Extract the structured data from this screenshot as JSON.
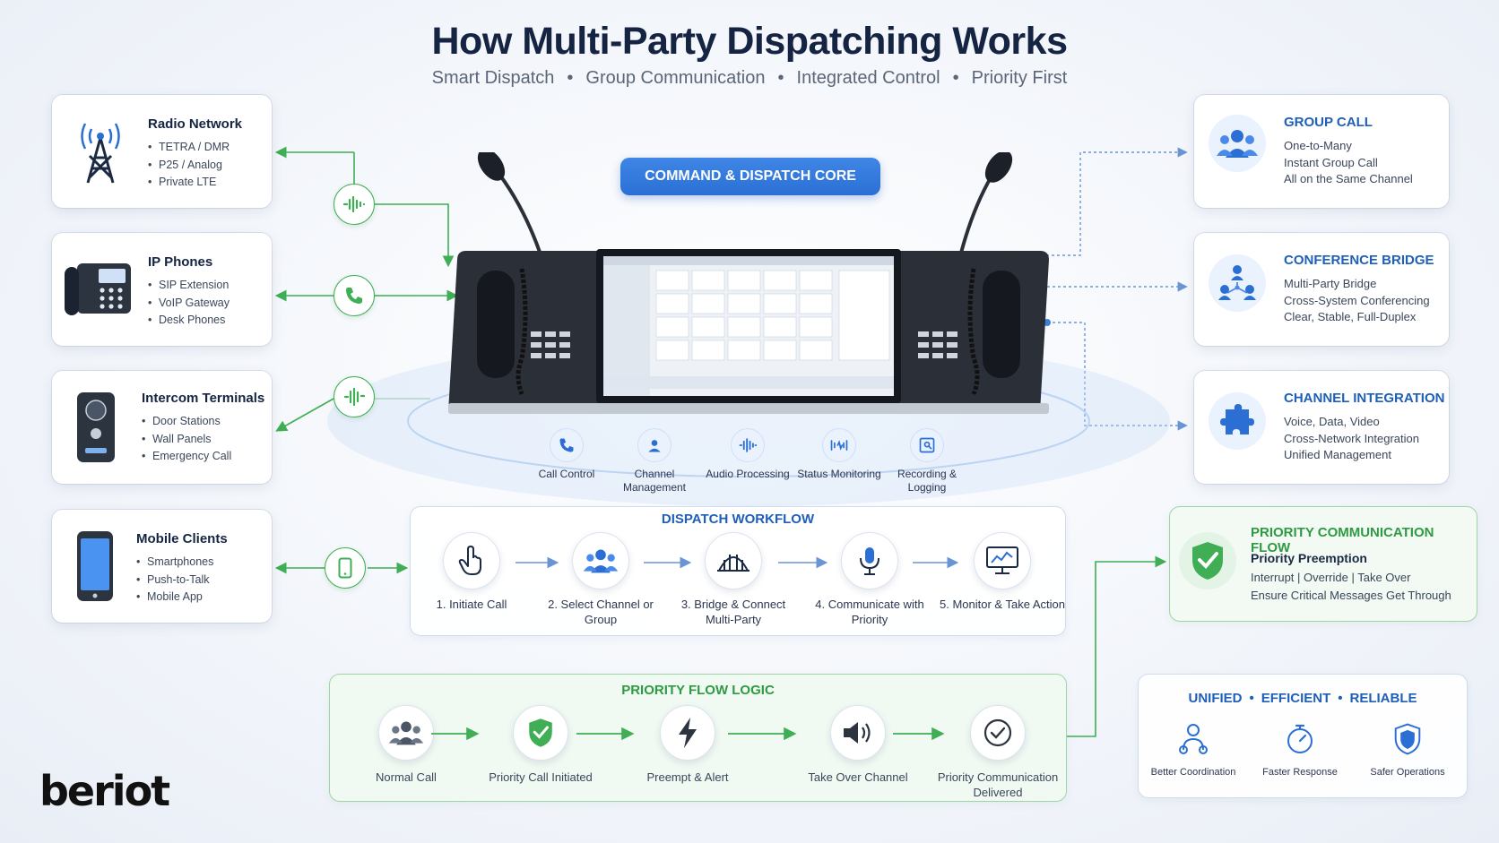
{
  "header": {
    "title": "How Multi-Party Dispatching Works",
    "tags": [
      "Smart Dispatch",
      "Group Communication",
      "Integrated Control",
      "Priority First"
    ]
  },
  "sources": [
    {
      "title": "Radio Network",
      "items": [
        "TETRA / DMR",
        "P25 / Analog",
        "Private LTE"
      ],
      "icon": "radio-tower-icon"
    },
    {
      "title": "IP Phones",
      "items": [
        "SIP Extension",
        "VoIP Gateway",
        "Desk Phones"
      ],
      "icon": "desk-phone-icon"
    },
    {
      "title": "Intercom Terminals",
      "items": [
        "Door Stations",
        "Wall Panels",
        "Emergency Call"
      ],
      "icon": "intercom-icon"
    },
    {
      "title": "Mobile Clients",
      "items": [
        "Smartphones",
        "Push-to-Talk",
        "Mobile App"
      ],
      "icon": "smartphone-icon"
    }
  ],
  "core": {
    "label": "COMMAND & DISPATCH CORE",
    "features": [
      "Call Control",
      "Channel Management",
      "Audio Processing",
      "Status Monitoring",
      "Recording & Logging"
    ]
  },
  "capabilities": [
    {
      "title": "GROUP CALL",
      "lines": [
        "One-to-Many",
        "Instant Group Call",
        "All on the Same Channel"
      ]
    },
    {
      "title": "CONFERENCE BRIDGE",
      "lines": [
        "Multi-Party Bridge",
        "Cross-System Conferencing",
        "Clear, Stable, Full-Duplex"
      ]
    },
    {
      "title": "CHANNEL INTEGRATION",
      "lines": [
        "Voice, Data, Video",
        "Cross-Network Integration",
        "Unified Management"
      ]
    }
  ],
  "workflow": {
    "title": "DISPATCH WORKFLOW",
    "steps": [
      "1. Initiate Call",
      "2. Select Channel or Group",
      "3. Bridge & Connect Multi-Party",
      "4. Communicate with Priority",
      "5. Monitor & Take Action"
    ]
  },
  "priority_comm": {
    "title": "PRIORITY COMMUNICATION FLOW",
    "subtitle": "Priority Preemption",
    "lines": [
      "Interrupt | Override | Take Over",
      "Ensure Critical Messages Get Through"
    ]
  },
  "priority_logic": {
    "title": "PRIORITY FLOW LOGIC",
    "steps": [
      "Normal Call",
      "Priority Call Initiated",
      "Preempt & Alert",
      "Take Over Channel",
      "Priority Communication Delivered"
    ]
  },
  "benefits": {
    "title_words": [
      "UNIFIED",
      "EFFICIENT",
      "RELIABLE"
    ],
    "items": [
      "Better Coordination",
      "Faster Response",
      "Safer Operations"
    ]
  },
  "brand": {
    "logo": "beriot"
  },
  "colors": {
    "green": "#3fae54",
    "blue": "#2b6fd4",
    "navy": "#142442"
  }
}
